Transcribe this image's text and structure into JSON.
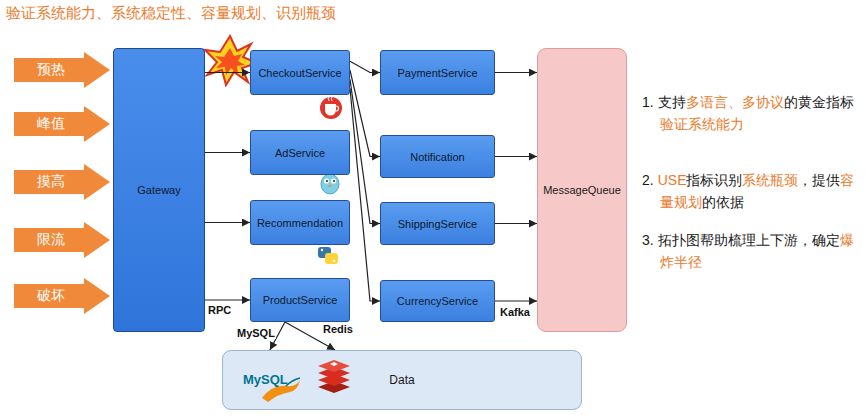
{
  "diagram": {
    "title": "验证系统能力、系统稳定性、容量规划、识别瓶颈",
    "nodes": [
      {
        "text": [
          "预热"
        ]
      },
      {
        "text": [
          "峰值"
        ]
      },
      {
        "text": [
          "摸高"
        ]
      },
      {
        "text": [
          "限流"
        ]
      },
      {
        "text": [
          "破坏"
        ]
      },
      {
        "text": [
          "Gateway"
        ]
      },
      {
        "text": [
          "CheckoutService"
        ]
      },
      {
        "text": [
          "AdService"
        ]
      },
      {
        "text": [
          "Recommendation"
        ]
      },
      {
        "text": [
          "ProductService"
        ]
      },
      {
        "text": [
          "PaymentService"
        ]
      },
      {
        "text": [
          "Notification"
        ]
      },
      {
        "text": [
          "ShippingService"
        ]
      },
      {
        "text": [
          "CurrencyService"
        ]
      },
      {
        "text": [
          "MessageQueue"
        ]
      },
      {
        "text": [
          "Data"
        ]
      }
    ],
    "edges": [
      {
        "from": 5,
        "to": 6,
        "arrow": "to"
      },
      {
        "from": 5,
        "to": 7,
        "arrow": "to"
      },
      {
        "from": 5,
        "to": 8,
        "arrow": "to"
      },
      {
        "from": 5,
        "to": 9,
        "label": "RPC",
        "arrow": "to"
      },
      {
        "from": 6,
        "to": 10,
        "arrow": "to"
      },
      {
        "from": 6,
        "to": 11,
        "arrow": "to"
      },
      {
        "from": 6,
        "to": 12,
        "arrow": "to"
      },
      {
        "from": 6,
        "to": 13,
        "arrow": "to"
      },
      {
        "from": 10,
        "to": 14,
        "arrow": "to"
      },
      {
        "from": 11,
        "to": 14,
        "arrow": "to"
      },
      {
        "from": 12,
        "to": 14,
        "arrow": "to"
      },
      {
        "from": 13,
        "to": 14,
        "label": "Kafka",
        "arrow": "to"
      },
      {
        "from": 9,
        "to": 15,
        "label": "MySQL",
        "arrow": "to"
      },
      {
        "from": 9,
        "to": 15,
        "label": "Redis",
        "arrow": "to"
      }
    ],
    "labels": [
      "MySQL",
      "1. 支持",
      "多语言、多协议",
      "的黄金指标",
      "验证系统能力",
      "2.",
      "USE",
      "指标识别",
      "系统瓶颈",
      "，提供",
      "容量规划",
      "的依据",
      "3. 拓扑图帮助梳理上下游，确定",
      "爆炸半径"
    ]
  }
}
